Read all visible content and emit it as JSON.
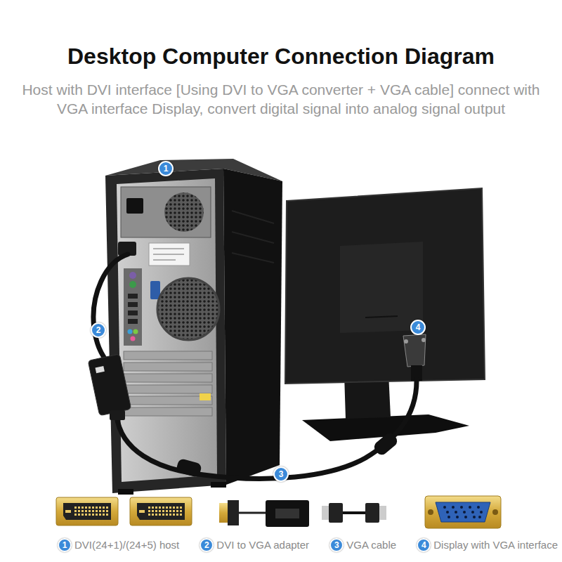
{
  "diagram": {
    "title": "Desktop Computer Connection Diagram",
    "caption": "Host with DVI interface [Using DVI to VGA converter + VGA cable] connect with VGA interface Display, convert digital signal into analog signal output",
    "nodes": [
      {
        "text": [
          "1"
        ]
      },
      {
        "text": [
          "2"
        ]
      },
      {
        "text": [
          "3"
        ]
      },
      {
        "text": [
          "4"
        ]
      },
      {
        "text": [
          "1",
          "DVI(24+1)/(24+5) host"
        ]
      },
      {
        "text": [
          "2",
          "DVI to VGA adapter"
        ]
      },
      {
        "text": [
          "3",
          "VGA cable"
        ]
      },
      {
        "text": [
          "4",
          "Display with VGA interface"
        ]
      }
    ]
  }
}
